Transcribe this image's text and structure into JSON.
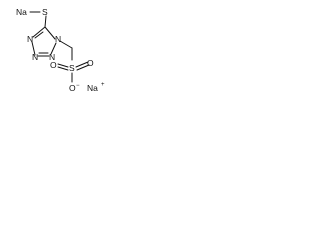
{
  "molecule": {
    "atoms": {
      "na_top": "Na",
      "s_top": "S",
      "n1": "N",
      "n2": "N",
      "n3": "N",
      "n4": "N",
      "s_sulfonate": "S",
      "o_top": "O",
      "o_right": "O",
      "o_bottom": "O",
      "na_right": "Na"
    },
    "charges": {
      "o_minus": "−",
      "na_plus": "+"
    }
  }
}
